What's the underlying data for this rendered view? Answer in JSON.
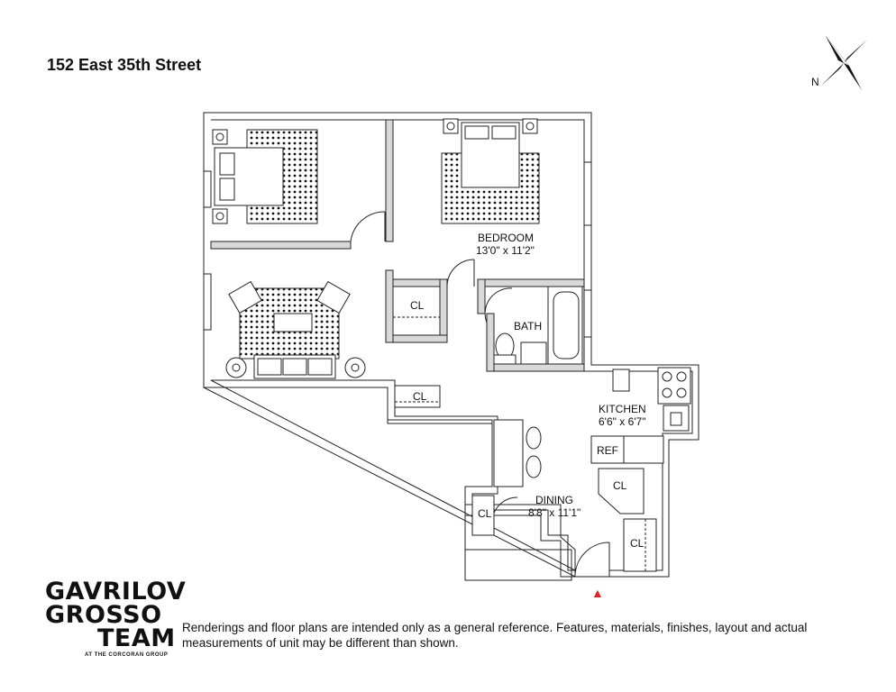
{
  "header": {
    "address": "152 East 35th Street"
  },
  "compass": {
    "label": "N",
    "icon": "compass-rose-icon"
  },
  "rooms": {
    "bedroom": {
      "name": "BEDROOM",
      "dims": "13'0\" x 11'2\""
    },
    "bath": {
      "name": "BATH"
    },
    "kitchen": {
      "name": "KITCHEN",
      "dims": "6'6\" x 6'7\""
    },
    "dining": {
      "name": "DINING",
      "dims": "8'8\" x 11'1\""
    },
    "ref": {
      "name": "REF"
    },
    "closets": [
      "CL",
      "CL",
      "CL",
      "CL",
      "CL"
    ]
  },
  "logo": {
    "line1": "GAVRILOV",
    "line2": "GROSSO",
    "line3": "TEAM",
    "sub": "AT THE CORCORAN GROUP"
  },
  "disclaimer": "Renderings and floor plans are intended only as a general reference. Features, materials, finishes, layout and actual measurements of unit may be different than shown.",
  "colors": {
    "wall": "#d9d9d9",
    "wall_stroke": "#222222",
    "entry_arrow": "#dd2222"
  }
}
